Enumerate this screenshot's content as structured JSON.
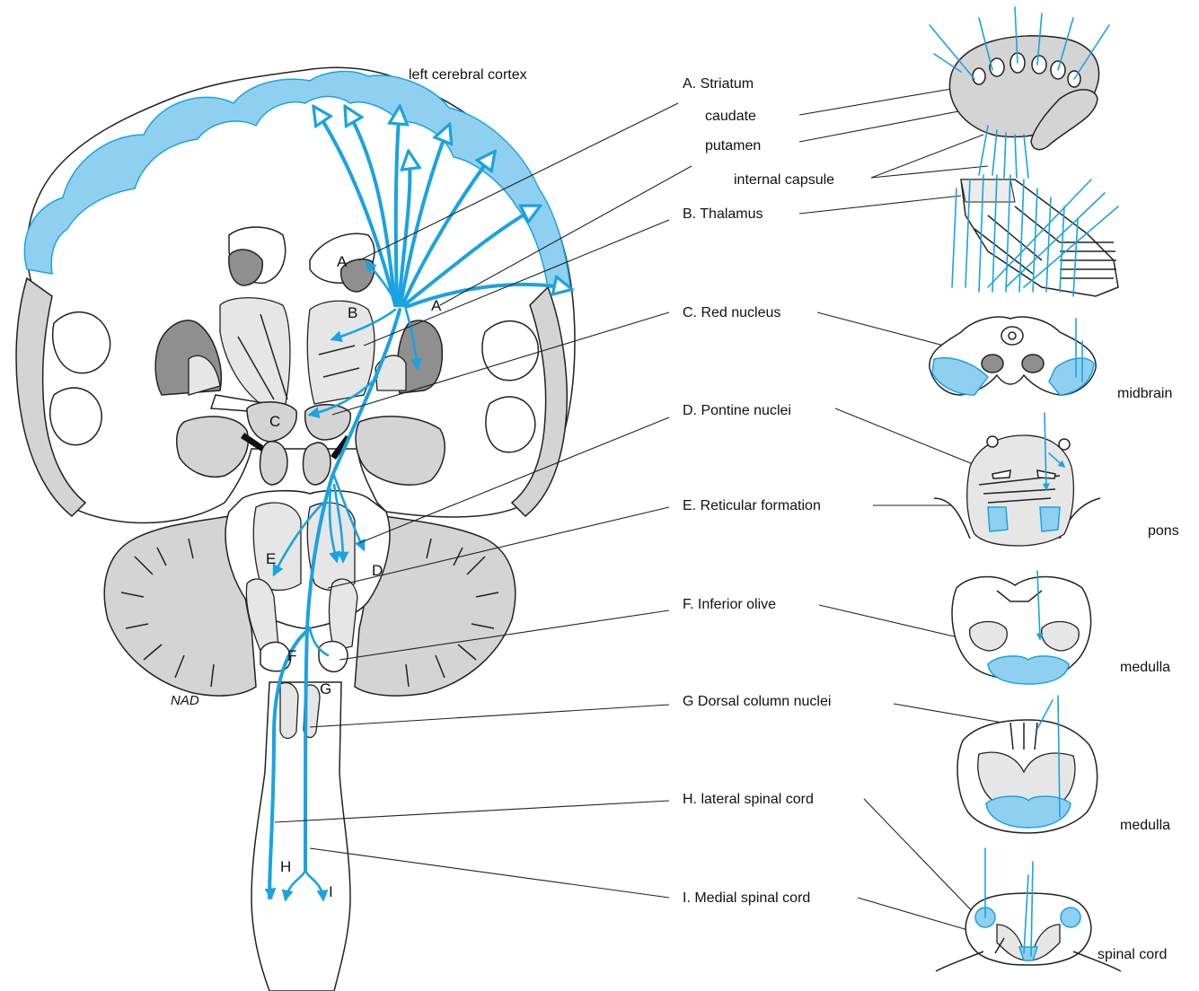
{
  "figure": {
    "cortex_label": "left cerebral cortex",
    "signature": "NAD",
    "colors": {
      "tract": "#1aa3e0",
      "tract_fill": "#8fd0f0",
      "tissue_gray": "#d4d4d4",
      "dark_gray": "#8f8f8f",
      "line": "#222222"
    }
  },
  "section_letters": {
    "a_upper": "A",
    "a_lower": "A",
    "b": "B",
    "c": "C",
    "d": "D",
    "e": "E",
    "f": "F",
    "g": "G",
    "h": "H",
    "i": "I"
  },
  "targets": [
    {
      "id": "striatum",
      "label": "A. Striatum"
    },
    {
      "id": "caudate",
      "label": "caudate"
    },
    {
      "id": "putamen",
      "label": "putamen"
    },
    {
      "id": "internal-capsule",
      "label": "internal capsule"
    },
    {
      "id": "thalamus",
      "label": "B. Thalamus"
    },
    {
      "id": "red-nucleus",
      "label": "C. Red nucleus"
    },
    {
      "id": "pontine-nuclei",
      "label": "D. Pontine nuclei"
    },
    {
      "id": "reticular-formation",
      "label": "E. Reticular formation"
    },
    {
      "id": "inferior-olive",
      "label": "F. Inferior olive"
    },
    {
      "id": "dorsal-column-nuclei",
      "label": "G Dorsal column nuclei"
    },
    {
      "id": "lateral-spinal-cord",
      "label": "H. lateral spinal cord"
    },
    {
      "id": "medial-spinal-cord",
      "label": "I. Medial spinal cord"
    }
  ],
  "levels": [
    {
      "id": "midbrain",
      "label": "midbrain"
    },
    {
      "id": "pons",
      "label": "pons"
    },
    {
      "id": "medulla-upper",
      "label": "medulla"
    },
    {
      "id": "medulla-lower",
      "label": "medulla"
    },
    {
      "id": "spinal-cord",
      "label": "spinal cord"
    }
  ]
}
